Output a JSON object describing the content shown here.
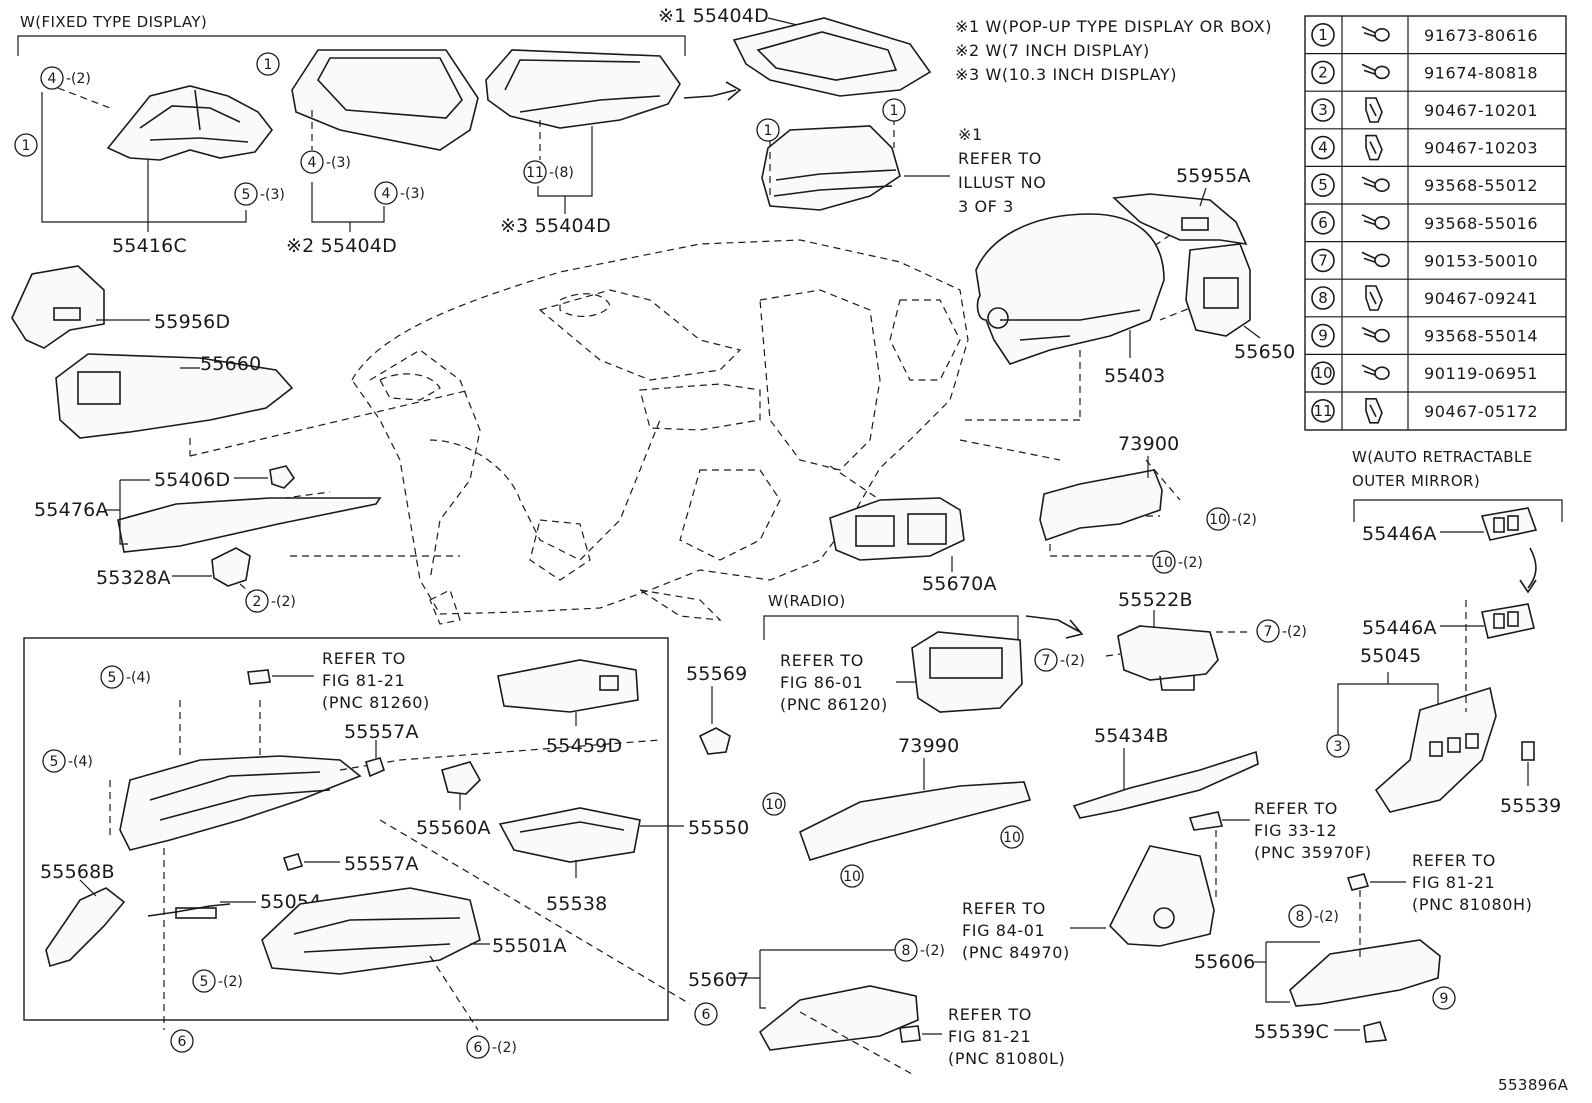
{
  "notes": {
    "note1": "※1 W(POP-UP TYPE DISPLAY OR BOX)",
    "note2": "※2 W(7 INCH DISPLAY)",
    "note3": "※3 W(10.3 INCH DISPLAY)",
    "fixed_type_display": "W(FIXED TYPE DISPLAY)",
    "radio": "W(RADIO)",
    "auto_mirror_1": "W(AUTO RETRACTABLE",
    "auto_mirror_2": "OUTER MIRROR)",
    "refer_illust_1": "※1",
    "refer_illust_2": "REFER TO",
    "refer_illust_3": "ILLUST NO",
    "refer_illust_4": "3 OF 3",
    "drawing_no": "553896A"
  },
  "legend": [
    {
      "num": "1",
      "icon": "screw-icon",
      "pn": "91673-80616"
    },
    {
      "num": "2",
      "icon": "screw-icon",
      "pn": "91674-80818"
    },
    {
      "num": "3",
      "icon": "clip-icon",
      "pn": "90467-10201"
    },
    {
      "num": "4",
      "icon": "clip-icon",
      "pn": "90467-10203"
    },
    {
      "num": "5",
      "icon": "screw-icon",
      "pn": "93568-55012"
    },
    {
      "num": "6",
      "icon": "screw-icon",
      "pn": "93568-55016"
    },
    {
      "num": "7",
      "icon": "screw-icon",
      "pn": "90153-50010"
    },
    {
      "num": "8",
      "icon": "clip-icon",
      "pn": "90467-09241"
    },
    {
      "num": "9",
      "icon": "screw-icon",
      "pn": "93568-55014"
    },
    {
      "num": "10",
      "icon": "screw-icon",
      "pn": "90119-06951"
    },
    {
      "num": "11",
      "icon": "clip-icon",
      "pn": "90467-05172"
    }
  ],
  "parts": {
    "p55416C": "55416C",
    "p55404D_2": "※2 55404D",
    "p55404D_1": "※1 55404D",
    "p55404D_3": "※3 55404D",
    "p55955A": "55955A",
    "p55956D": "55956D",
    "p55660": "55660",
    "p55403": "55403",
    "p55650": "55650",
    "p55406D": "55406D",
    "p55476A": "55476A",
    "p55328A": "55328A",
    "p73900": "73900",
    "p55670A": "55670A",
    "p55522B": "55522B",
    "p55446A_a": "55446A",
    "p55446A_b": "55446A",
    "p55045": "55045",
    "p55539": "55539",
    "p55569": "55569",
    "p55459D": "55459D",
    "p55557A_a": "55557A",
    "p55557A_b": "55557A",
    "p55560A": "55560A",
    "p55550": "55550",
    "p55538": "55538",
    "p55568B": "55568B",
    "p55054": "55054",
    "p55501A": "55501A",
    "p73990": "73990",
    "p55434B": "55434B",
    "p55607": "55607",
    "p55606": "55606",
    "p55539C": "55539C"
  },
  "refs": {
    "r81260": [
      "REFER TO",
      "FIG 81-21",
      "(PNC 81260)"
    ],
    "r86120": [
      "REFER TO",
      "FIG 86-01",
      "(PNC 86120)"
    ],
    "r35970F": [
      "REFER TO",
      "FIG 33-12",
      "(PNC 35970F)"
    ],
    "r84970": [
      "REFER TO",
      "FIG 84-01",
      "(PNC 84970)"
    ],
    "r81080H": [
      "REFER TO",
      "FIG 81-21",
      "(PNC 81080H)"
    ],
    "r81080L": [
      "REFER TO",
      "FIG 81-21",
      "(PNC 81080L)"
    ]
  },
  "callouts": {
    "c4_2": {
      "num": "4",
      "qty": "-(2)"
    },
    "c1_a": {
      "num": "1",
      "qty": ""
    },
    "c1_b": {
      "num": "1",
      "qty": ""
    },
    "c5_3": {
      "num": "5",
      "qty": "-(3)"
    },
    "c4_3a": {
      "num": "4",
      "qty": "-(3)"
    },
    "c4_3b": {
      "num": "4",
      "qty": "-(3)"
    },
    "c11_8": {
      "num": "11",
      "qty": "-(8)"
    },
    "c1_c": {
      "num": "1",
      "qty": ""
    },
    "c1_d": {
      "num": "1",
      "qty": ""
    },
    "c2_2": {
      "num": "2",
      "qty": "-(2)"
    },
    "c10_2a": {
      "num": "10",
      "qty": "-(2)"
    },
    "c10_2b": {
      "num": "10",
      "qty": "-(2)"
    },
    "c7_2a": {
      "num": "7",
      "qty": "-(2)"
    },
    "c7_2b": {
      "num": "7",
      "qty": "-(2)"
    },
    "c3": {
      "num": "3",
      "qty": ""
    },
    "c5_4a": {
      "num": "5",
      "qty": "-(4)"
    },
    "c5_4b": {
      "num": "5",
      "qty": "-(4)"
    },
    "c5_2": {
      "num": "5",
      "qty": "-(2)"
    },
    "c6_a": {
      "num": "6",
      "qty": ""
    },
    "c6_b": {
      "num": "6",
      "qty": ""
    },
    "c6_2": {
      "num": "6",
      "qty": "-(2)"
    },
    "c10_a": {
      "num": "10",
      "qty": ""
    },
    "c10_b": {
      "num": "10",
      "qty": ""
    },
    "c10_c": {
      "num": "10",
      "qty": ""
    },
    "c8_2a": {
      "num": "8",
      "qty": "-(2)"
    },
    "c8_2b": {
      "num": "8",
      "qty": "-(2)"
    },
    "c9": {
      "num": "9",
      "qty": ""
    }
  }
}
